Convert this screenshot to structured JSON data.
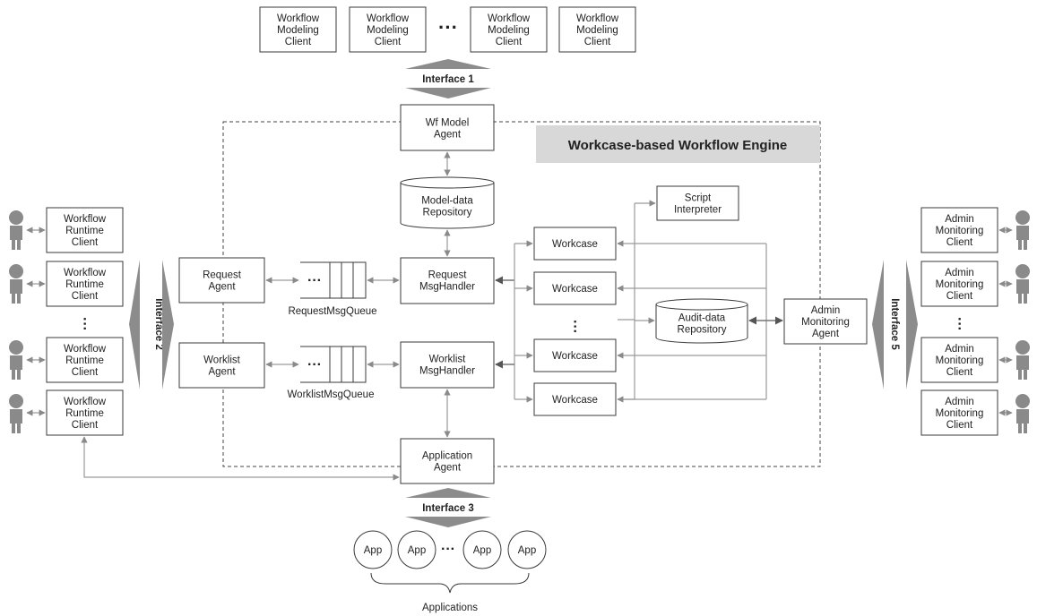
{
  "modeling_clients": [
    "Workflow\nModeling\nClient",
    "Workflow\nModeling\nClient",
    "Workflow\nModeling\nClient",
    "Workflow\nModeling\nClient"
  ],
  "interfaces": {
    "i1": "Interface 1",
    "i2": "Interface 2",
    "i3": "Interface 3",
    "i5": "Interface 5"
  },
  "engine_title": "Workcase-based Workflow Engine",
  "wf_model_agent": "Wf Model\nAgent",
  "model_repo": "Model-data\nRepository",
  "request_agent": "Request\nAgent",
  "worklist_agent": "Worklist\nAgent",
  "request_queue": "RequestMsgQueue",
  "worklist_queue": "WorklistMsgQueue",
  "request_handler": "Request\nMsgHandler",
  "worklist_handler": "Worklist\nMsgHandler",
  "script_interpreter": "Script\nInterpreter",
  "workcases": [
    "Workcase",
    "Workcase",
    "Workcase",
    "Workcase"
  ],
  "audit_repo": "Audit-data\nRepository",
  "admin_agent": "Admin\nMonitoring\nAgent",
  "runtime_clients": [
    "Workflow\nRuntime\nClient",
    "Workflow\nRuntime\nClient",
    "Workflow\nRuntime\nClient",
    "Workflow\nRuntime\nClient"
  ],
  "admin_clients": [
    "Admin\nMonitoring\nClient",
    "Admin\nMonitoring\nClient",
    "Admin\nMonitoring\nClient",
    "Admin\nMonitoring\nClient"
  ],
  "application_agent": "Application\nAgent",
  "apps": [
    "App",
    "App",
    "App",
    "App"
  ],
  "applications_label": "Applications",
  "colors": {
    "engine_title_bg": "#d8d8d8",
    "interface_arrow": "#8c8c8c",
    "person": "#8a8a8a"
  }
}
